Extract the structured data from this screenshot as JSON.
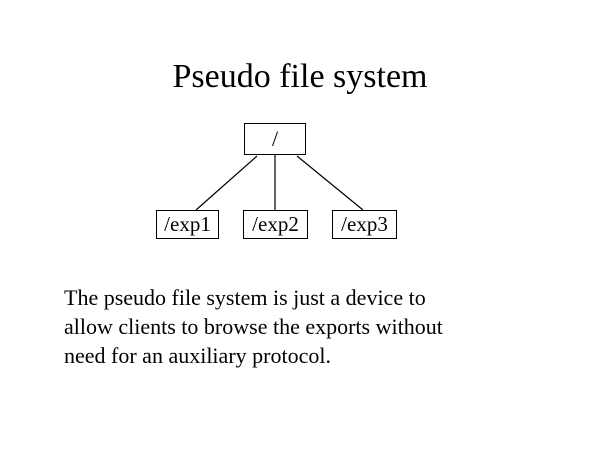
{
  "slide": {
    "title": "Pseudo file system",
    "body_lines": [
      "The pseudo file system is just a device to",
      "allow clients to browse the exports without",
      "need for an auxiliary protocol."
    ]
  },
  "diagram": {
    "type": "tree",
    "root_label": "/",
    "children": [
      {
        "label": "/exp1"
      },
      {
        "label": "/exp2"
      },
      {
        "label": "/exp3"
      }
    ]
  },
  "colors": {
    "background": "#ffffff",
    "text": "#000000",
    "box_border": "#000000",
    "box_fill": "#ffffff",
    "connector": "#000000"
  }
}
